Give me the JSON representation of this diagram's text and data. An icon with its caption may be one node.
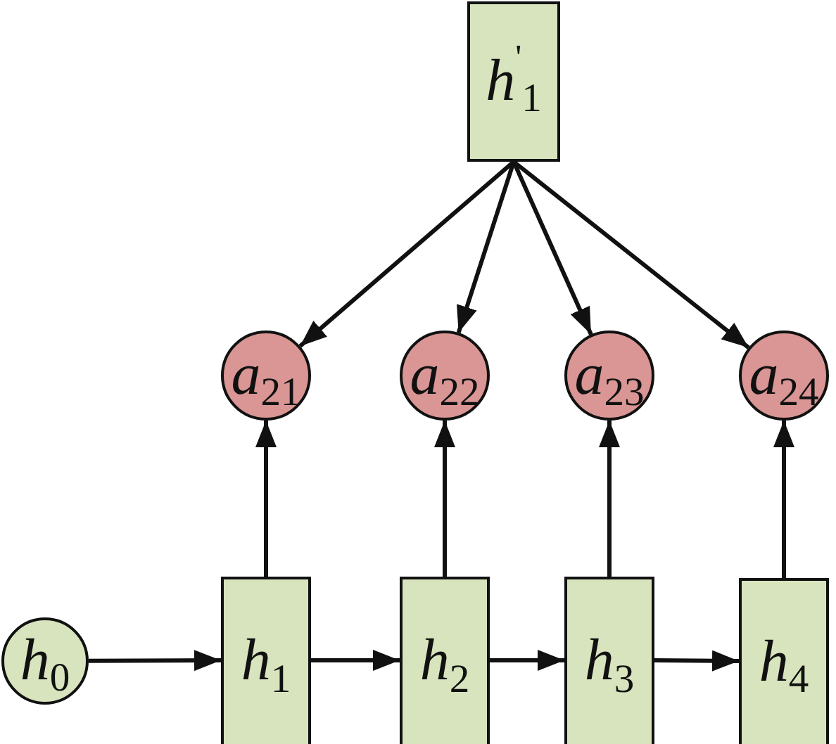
{
  "diagram": {
    "nodes": [
      {
        "text": [
          "*h*$^{'}$$_{1}$"
        ]
      },
      {
        "text": [
          "*a*$_{21}$"
        ]
      },
      {
        "text": [
          "*a*$_{22}$"
        ]
      },
      {
        "text": [
          "*a*$_{23}$"
        ]
      },
      {
        "text": [
          "*a*$_{24}$"
        ]
      },
      {
        "text": [
          "*h*$_{0}$"
        ]
      },
      {
        "text": [
          "*h*$_{1}$"
        ]
      },
      {
        "text": [
          "*h*$_{2}$"
        ]
      },
      {
        "text": [
          "*h*$_{3}$"
        ]
      },
      {
        "text": [
          "*h*$_{4}$"
        ]
      }
    ],
    "edges": [
      {
        "from": 0,
        "to": 1,
        "arrow": "to"
      },
      {
        "from": 0,
        "to": 2,
        "arrow": "to"
      },
      {
        "from": 0,
        "to": 3,
        "arrow": "to"
      },
      {
        "from": 0,
        "to": 4,
        "arrow": "to"
      },
      {
        "from": 6,
        "to": 1,
        "arrow": "to"
      },
      {
        "from": 7,
        "to": 2,
        "arrow": "to"
      },
      {
        "from": 8,
        "to": 3,
        "arrow": "to"
      },
      {
        "from": 9,
        "to": 4,
        "arrow": "to"
      },
      {
        "from": 5,
        "to": 6,
        "arrow": "to"
      },
      {
        "from": 6,
        "to": 7,
        "arrow": "to"
      },
      {
        "from": 7,
        "to": 8,
        "arrow": "to"
      },
      {
        "from": 8,
        "to": 9,
        "arrow": "to"
      }
    ]
  }
}
